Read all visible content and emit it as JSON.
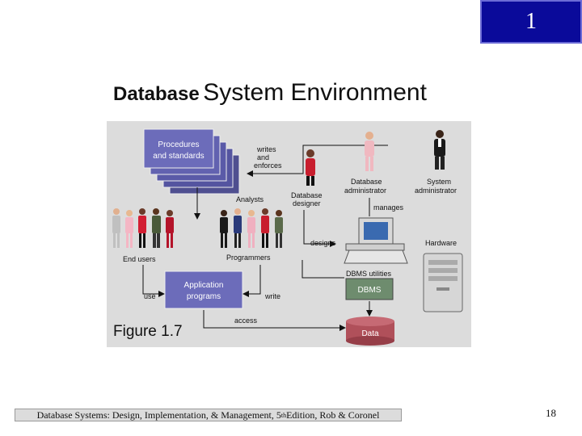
{
  "badge": "1",
  "title": {
    "part1": "Database",
    "part2": "System Environment"
  },
  "figure": {
    "boxes": {
      "procedures": [
        "Procedures",
        "and standards"
      ],
      "app_programs": [
        "Application",
        "programs"
      ],
      "dbms": "DBMS",
      "data": "Data"
    },
    "labels": {
      "writes": [
        "writes",
        "and",
        "enforces"
      ],
      "analysts": "Analysts",
      "db_designer": [
        "Database",
        "designer"
      ],
      "db_admin": [
        "Database",
        "administrator"
      ],
      "sys_admin": [
        "System",
        "administrator"
      ],
      "manages": "manages",
      "end_users": "End users",
      "programmers": "Programmers",
      "designs": "designs",
      "hardware": "Hardware",
      "dbms_utilities": "DBMS utilities",
      "use": "use",
      "write": "write",
      "access": "access"
    },
    "caption": "Figure 1.7",
    "colors": {
      "box": "#5f5fa8",
      "dbms": "#6e8c6e",
      "data": "#b0505a",
      "background": "#dcdcdc"
    }
  },
  "footer": {
    "text_before": "Database Systems: Design, Implementation, & Management, 5",
    "superscript": "th",
    "text_after": " Edition, Rob & Coronel"
  },
  "page_number": "18"
}
